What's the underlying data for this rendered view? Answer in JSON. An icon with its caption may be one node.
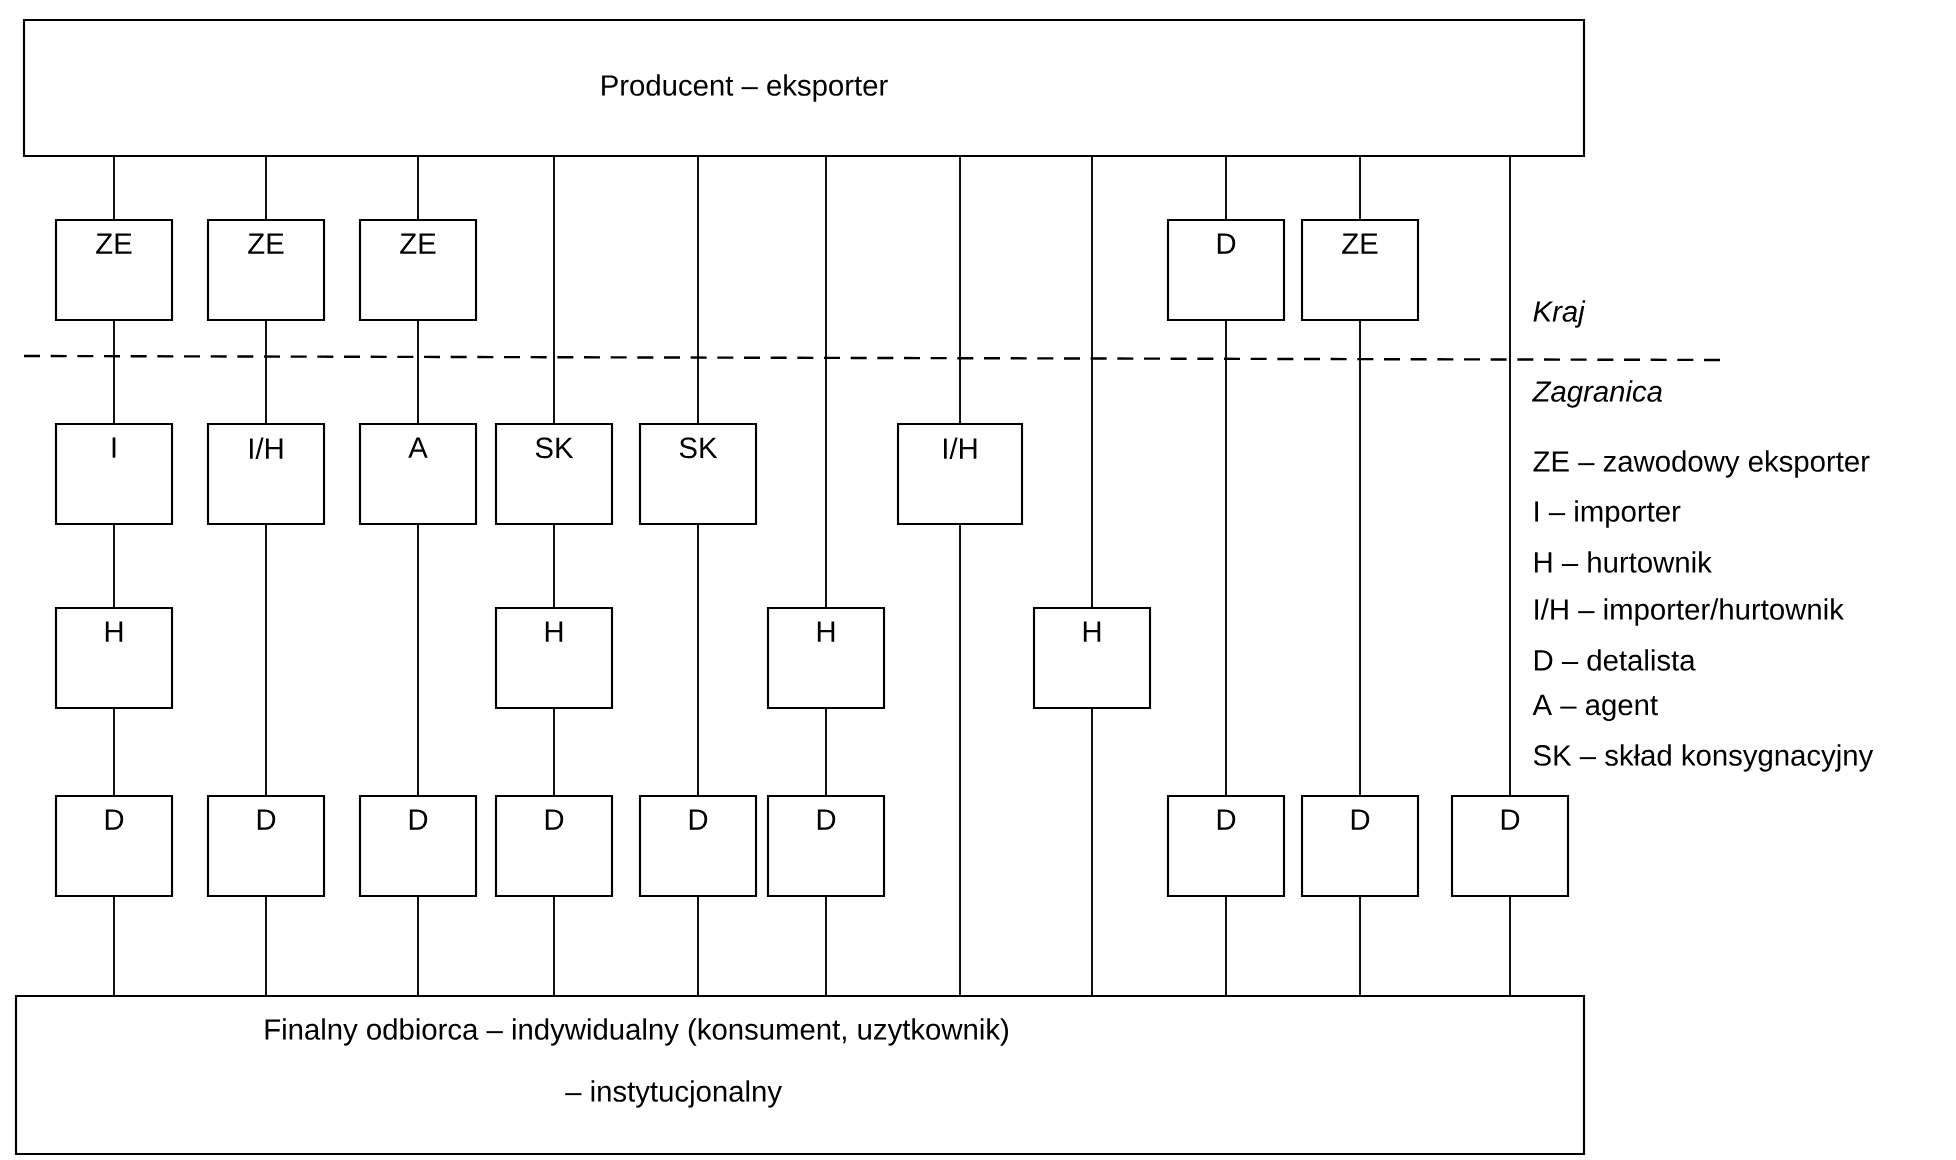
{
  "diagram": {
    "nodes": [
      {
        "text": [
          "Producent – eksporter"
        ]
      },
      {
        "text": [
          "ZE"
        ]
      },
      {
        "text": [
          "ZE"
        ]
      },
      {
        "text": [
          "ZE"
        ]
      },
      {
        "text": [
          "D"
        ]
      },
      {
        "text": [
          "ZE"
        ]
      },
      {
        "text": [
          "I"
        ]
      },
      {
        "text": [
          "I/H"
        ]
      },
      {
        "text": [
          "A"
        ]
      },
      {
        "text": [
          "SK"
        ]
      },
      {
        "text": [
          "SK"
        ]
      },
      {
        "text": [
          "I/H"
        ]
      },
      {
        "text": [
          "H"
        ]
      },
      {
        "text": [
          "H"
        ]
      },
      {
        "text": [
          "H"
        ]
      },
      {
        "text": [
          "H"
        ]
      },
      {
        "text": [
          "D"
        ]
      },
      {
        "text": [
          "D"
        ]
      },
      {
        "text": [
          "D"
        ]
      },
      {
        "text": [
          "D"
        ]
      },
      {
        "text": [
          "D"
        ]
      },
      {
        "text": [
          "D"
        ]
      },
      {
        "text": [
          "D"
        ]
      },
      {
        "text": [
          "D"
        ]
      },
      {
        "text": [
          "D"
        ]
      },
      {
        "text": [
          "Finalny odbiorca – indywidualny (konsument, uzytkownik)",
          "– instytucjonalny"
        ]
      }
    ],
    "edges": [
      {
        "from": 0,
        "to": 1,
        "arrow": "none"
      },
      {
        "from": 1,
        "to": 6,
        "arrow": "none"
      },
      {
        "from": 6,
        "to": 12,
        "arrow": "none"
      },
      {
        "from": 12,
        "to": 16,
        "arrow": "none"
      },
      {
        "from": 16,
        "to": 25,
        "arrow": "none"
      },
      {
        "from": 0,
        "to": 2,
        "arrow": "none"
      },
      {
        "from": 2,
        "to": 7,
        "arrow": "none"
      },
      {
        "from": 7,
        "to": 17,
        "arrow": "none"
      },
      {
        "from": 17,
        "to": 25,
        "arrow": "none"
      },
      {
        "from": 0,
        "to": 3,
        "arrow": "none"
      },
      {
        "from": 3,
        "to": 8,
        "arrow": "none"
      },
      {
        "from": 8,
        "to": 18,
        "arrow": "none"
      },
      {
        "from": 18,
        "to": 25,
        "arrow": "none"
      },
      {
        "from": 0,
        "to": 9,
        "arrow": "none"
      },
      {
        "from": 9,
        "to": 13,
        "arrow": "none"
      },
      {
        "from": 13,
        "to": 19,
        "arrow": "none"
      },
      {
        "from": 19,
        "to": 25,
        "arrow": "none"
      },
      {
        "from": 0,
        "to": 10,
        "arrow": "none"
      },
      {
        "from": 10,
        "to": 20,
        "arrow": "none"
      },
      {
        "from": 20,
        "to": 25,
        "arrow": "none"
      },
      {
        "from": 0,
        "to": 14,
        "arrow": "none"
      },
      {
        "from": 14,
        "to": 21,
        "arrow": "none"
      },
      {
        "from": 21,
        "to": 25,
        "arrow": "none"
      },
      {
        "from": 0,
        "to": 11,
        "arrow": "none"
      },
      {
        "from": 11,
        "to": 25,
        "arrow": "none"
      },
      {
        "from": 0,
        "to": 15,
        "arrow": "none"
      },
      {
        "from": 15,
        "to": 25,
        "arrow": "none"
      },
      {
        "from": 0,
        "to": 4,
        "arrow": "none"
      },
      {
        "from": 4,
        "to": 22,
        "arrow": "none"
      },
      {
        "from": 22,
        "to": 25,
        "arrow": "none"
      },
      {
        "from": 0,
        "to": 5,
        "arrow": "none"
      },
      {
        "from": 5,
        "to": 23,
        "arrow": "none"
      },
      {
        "from": 23,
        "to": 25,
        "arrow": "none"
      },
      {
        "from": 0,
        "to": 24,
        "arrow": "none"
      },
      {
        "from": 24,
        "to": 25,
        "arrow": "none"
      }
    ],
    "labels": [
      "Kraj",
      "Zagranica",
      "ZE – zawodowy eksporter",
      "I – importer",
      "H – hurtownik",
      "I/H – importer/hurtownik",
      "D – detalista",
      "A – agent",
      "SK – skład konsygnacyjny"
    ]
  }
}
